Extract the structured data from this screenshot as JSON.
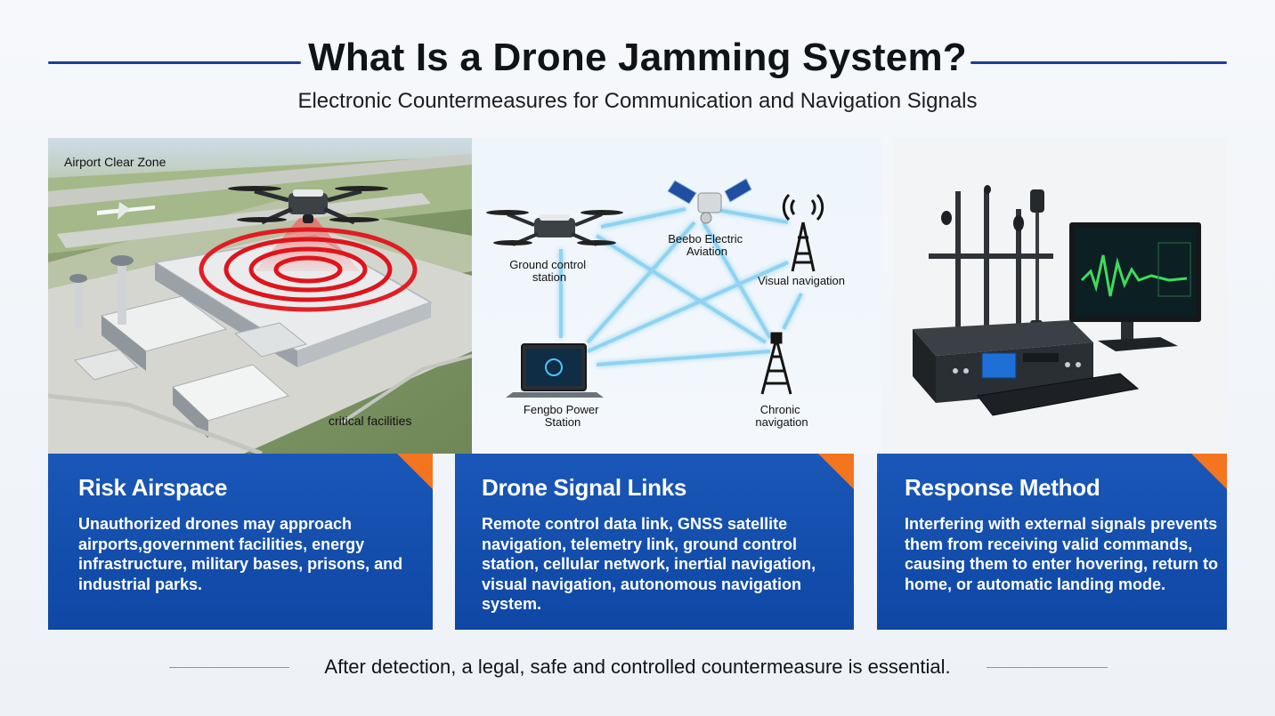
{
  "header": {
    "title": "What Is a Drone Jamming System?",
    "subtitle": "Electronic Countermeasures for Communication and Navigation Signals"
  },
  "panel_airspace": {
    "label_clear_zone": "Airport Clear Zone",
    "label_critical": "critical facilities"
  },
  "panel_signal": {
    "label_ground_station": [
      "Ground control",
      "station"
    ],
    "label_satellite": [
      "Beebo Electric",
      "Aviation"
    ],
    "label_visual_nav": "Visual navigation",
    "label_laptop": [
      "Fengbo Power",
      "Station"
    ],
    "label_chronic": [
      "Chronic",
      "navigation"
    ]
  },
  "cards": [
    {
      "title": "Risk Airspace",
      "body": "Unauthorized drones may approach airports,government facilities, energy infrastructure, military bases, prisons, and industrial parks."
    },
    {
      "title": "Drone Signal Links",
      "body": "Remote control data link, GNSS satellite navigation, telemetry link, ground control station, cellular network, inertial navigation, visual navigation, autonomous navigation system."
    },
    {
      "title": "Response Method",
      "body": "Interfering with external signals prevents them from receiving valid commands, causing them to enter hovering, return to home, or automatic landing mode."
    }
  ],
  "footer": {
    "text": "After detection, a legal, safe and controlled countermeasure is essential."
  },
  "colors": {
    "title_rule": "#1c3f93",
    "card_blue": "#1553b3",
    "accent_orange": "#f3751f",
    "signal_blue": "#7ecdf0",
    "jam_red": "#e0141b",
    "waveform_green": "#3fdc5a"
  }
}
